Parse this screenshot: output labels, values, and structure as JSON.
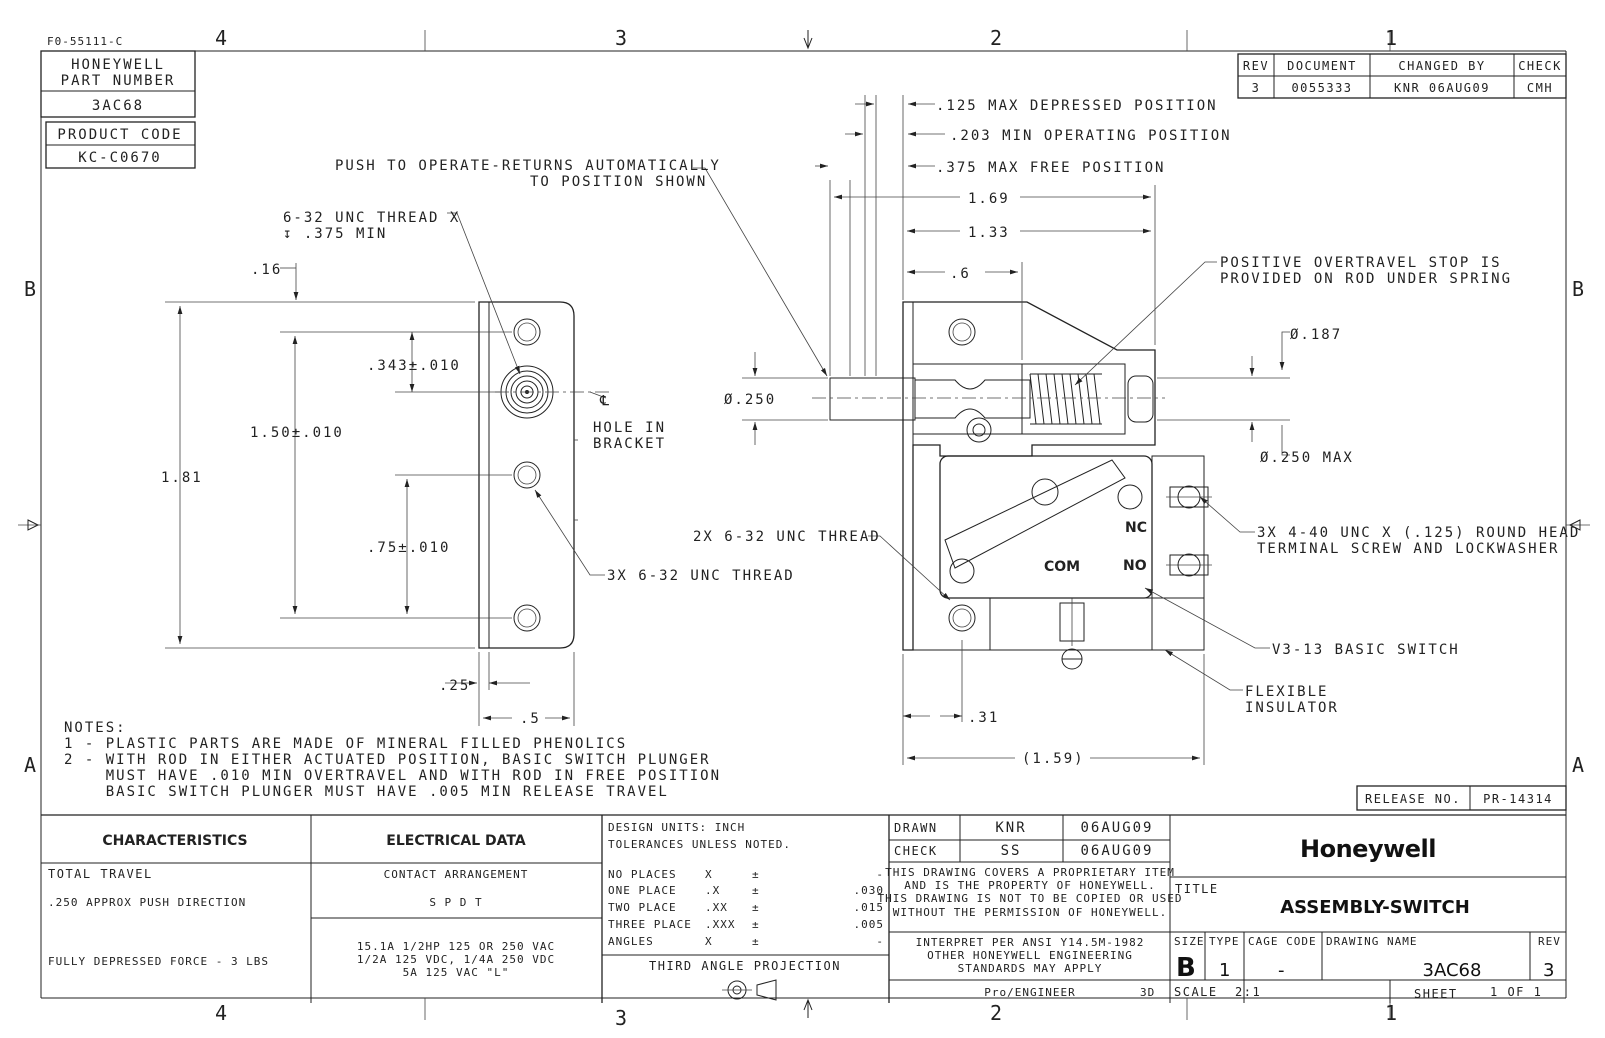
{
  "form_no": "F0-55111-C",
  "zones": {
    "top": [
      "4",
      "3",
      "2",
      "1"
    ],
    "side": [
      "B",
      "A"
    ]
  },
  "part": {
    "label1": "HONEYWELL",
    "label2": "PART NUMBER",
    "number": "3AC68",
    "code_label": "PRODUCT CODE",
    "code": "KC-C0670"
  },
  "revision_table": {
    "headers": [
      "REV",
      "DOCUMENT",
      "CHANGED BY",
      "CHECK"
    ],
    "row": {
      "rev": "3",
      "document": "0055333",
      "changed_by": "KNR   06AUG09",
      "check": "CMH"
    }
  },
  "callouts": {
    "push_1": "PUSH TO OPERATE-RETURNS AUTOMATICALLY",
    "push_2": "TO POSITION SHOWN",
    "thread_1": "6-32 UNC THREAD X",
    "thread_2": "↧ .375 MIN",
    "dim_16": ".16",
    "dim_343": ".343±.010",
    "dim_150": "1.50±.010",
    "dim_181": "1.81",
    "dim_75": ".75±.010",
    "dim_25": ".25",
    "dim_5": ".5",
    "cl": "℄",
    "hole_1": "HOLE IN",
    "hole_2": "BRACKET",
    "thread3x": "3X 6-32 UNC THREAD",
    "thread2x": "2X 6-32 UNC THREAD",
    "pos_125": ".125 MAX DEPRESSED POSITION",
    "pos_203": ".203 MIN OPERATING POSITION",
    "pos_375": ".375 MAX FREE POSITION",
    "dim_169": "1.69",
    "dim_133": "1.33",
    "dim_6": ".6",
    "dia_250": "Ø.250",
    "dia_187": "Ø.187",
    "dia_250max": "Ø.250 MAX",
    "overtravel_1": "POSITIVE OVERTRAVEL STOP IS",
    "overtravel_2": "PROVIDED ON ROD UNDER SPRING",
    "screw_1": "3X 4-40 UNC X (.125) ROUND HEAD",
    "screw_2": "TERMINAL SCREW AND LOCKWASHER",
    "basic_switch": "V3-13 BASIC SWITCH",
    "insulator_1": "FLEXIBLE",
    "insulator_2": "INSULATOR",
    "dim_31": ".31",
    "dim_159": "(1.59)",
    "nc": "NC",
    "no": "NO",
    "com": "COM"
  },
  "notes": {
    "title": "NOTES:",
    "lines": [
      "1 - PLASTIC PARTS ARE MADE OF MINERAL FILLED PHENOLICS",
      "2 - WITH ROD IN EITHER ACTUATED POSITION, BASIC SWITCH PLUNGER",
      "    MUST HAVE .010 MIN OVERTRAVEL AND WITH ROD IN FREE POSITION",
      "    BASIC SWITCH PLUNGER MUST HAVE .005 MIN RELEASE TRAVEL"
    ]
  },
  "release": {
    "label": "RELEASE NO.",
    "value": "PR-14314"
  },
  "characteristics": {
    "header": "CHARACTERISTICS",
    "total_travel": "TOTAL TRAVEL",
    "travel_value": ".250 APPROX PUSH DIRECTION",
    "force": "FULLY DEPRESSED FORCE - 3 LBS"
  },
  "electrical": {
    "header": "ELECTRICAL DATA",
    "contact": "CONTACT ARRANGEMENT",
    "spdt": "S P D T",
    "rating_1": "15.1A 1/2HP 125 OR 250 VAC",
    "rating_2": "1/2A 125 VDC, 1/4A 250 VDC",
    "rating_3": "5A 125 VAC \"L\""
  },
  "tolerances": {
    "units": "DESIGN UNITS:  INCH",
    "unless": "TOLERANCES UNLESS NOTED.",
    "rows": [
      {
        "label": "NO PLACES",
        "x": "X",
        "pm": "±",
        "val": "-"
      },
      {
        "label": "ONE PLACE",
        "x": ".X",
        "pm": "±",
        "val": ".030"
      },
      {
        "label": "TWO PLACE",
        "x": ".XX",
        "pm": "±",
        "val": ".015"
      },
      {
        "label": "THREE PLACE",
        "x": ".XXX",
        "pm": "±",
        "val": ".005"
      },
      {
        "label": "ANGLES",
        "x": "X",
        "pm": "±",
        "val": "-"
      }
    ],
    "projection": "THIRD ANGLE PROJECTION"
  },
  "approvals": {
    "drawn_label": "DRAWN",
    "drawn_by": "KNR",
    "drawn_date": "06AUG09",
    "check_label": "CHECK",
    "check_by": "SS",
    "check_date": "06AUG09"
  },
  "property": {
    "lines": [
      "THIS DRAWING COVERS A PROPRIETARY ITEM",
      "AND IS THE PROPERTY OF HONEYWELL.",
      "THIS DRAWING IS NOT TO BE COPIED OR USED",
      "WITHOUT THE PERMISSION OF HONEYWELL."
    ],
    "interpret": [
      "INTERPRET PER ANSI Y14.5M-1982",
      "OTHER HONEYWELL ENGINEERING",
      "STANDARDS MAY APPLY"
    ],
    "cad": "Pro/ENGINEER",
    "cad_mode": "3D"
  },
  "title_block": {
    "company": "Honeywell",
    "title_label": "TITLE",
    "title": "ASSEMBLY-SWITCH",
    "size_label": "SIZE",
    "size": "B",
    "type_label": "TYPE",
    "type": "1",
    "cage_label": "CAGE CODE",
    "cage": "-",
    "name_label": "DRAWING NAME",
    "name": "3AC68",
    "rev_label": "REV",
    "rev": "3",
    "scale_label": "SCALE",
    "scale": "2:1",
    "sheet_label": "SHEET",
    "sheet": "1 OF 1"
  }
}
